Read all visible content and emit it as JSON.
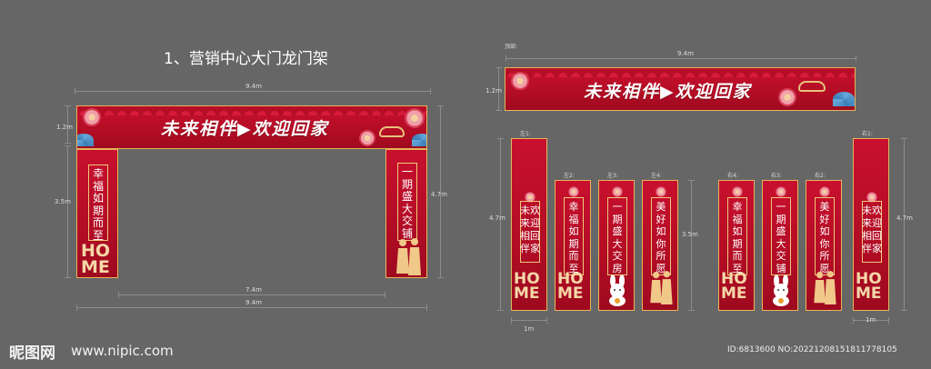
{
  "title": "1、营销中心大门龙门架",
  "arch": {
    "banner_text": "未来相伴▶欢迎回家",
    "left_pillar_text": [
      "幸",
      "福",
      "如",
      "期",
      "而",
      "至"
    ],
    "right_pillar_text": [
      "一",
      "期",
      "盛",
      "大",
      "交",
      "铺"
    ],
    "home_text": [
      "HO",
      "ME"
    ],
    "dims": {
      "width_total": "9.4m",
      "top_height": "1.2m",
      "pillar_height": "3.5m",
      "total_height": "4.7m",
      "inner_width": "7.4m",
      "bottom_width": "9.4m"
    }
  },
  "exploded": {
    "top_label": "顶部:",
    "top_width": "9.4m",
    "top_height": "1.2m",
    "banner_text": "未来相伴▶欢迎回家",
    "left_height": "4.7m",
    "right_height": "4.7m",
    "side_height": "3.5m",
    "pillar_width_left": "1m",
    "pillar_width_right": "1m",
    "panels": [
      {
        "label": "左1:",
        "text": [
          "未欢",
          "来迎",
          "相回",
          "伴家"
        ],
        "tall": true
      },
      {
        "label": "左2:",
        "text": [
          "幸",
          "福",
          "如",
          "期",
          "而",
          "至"
        ],
        "tall": false
      },
      {
        "label": "左3:",
        "text": [
          "一",
          "期",
          "盛",
          "大",
          "交",
          "房"
        ],
        "tall": false
      },
      {
        "label": "左4:",
        "text": [
          "美",
          "好",
          "如",
          "你",
          "所",
          "愿"
        ],
        "tall": false
      },
      {
        "label": "右4:",
        "text": [
          "幸",
          "福",
          "如",
          "期",
          "而",
          "至"
        ],
        "tall": false
      },
      {
        "label": "右3:",
        "text": [
          "一",
          "期",
          "盛",
          "大",
          "交",
          "铺"
        ],
        "tall": false
      },
      {
        "label": "右2:",
        "text": [
          "美",
          "好",
          "如",
          "你",
          "所",
          "愿"
        ],
        "tall": false
      },
      {
        "label": "右1:",
        "text": [
          "未欢",
          "来迎",
          "相回",
          "伴家"
        ],
        "tall": true
      }
    ]
  },
  "watermark": {
    "brand": "昵图网",
    "url": "www.nipic.com"
  },
  "meta": "ID:6813600 NO:20221208151811778105",
  "colors": {
    "background": "#666666",
    "red": "#c8102e",
    "gold": "#e6b55a"
  }
}
